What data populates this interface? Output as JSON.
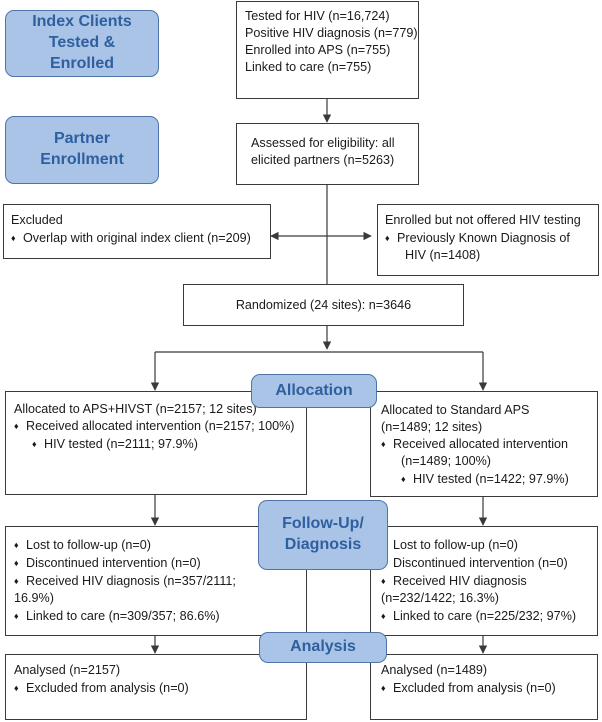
{
  "stages": {
    "index": "Index Clients Tested & Enrolled",
    "partner": "Partner Enrollment",
    "allocation": "Allocation",
    "followup": "Follow-Up/ Diagnosis",
    "analysis": "Analysis"
  },
  "index_box": {
    "l1": "Tested for HIV (n=16,724)",
    "l2": "Positive HIV diagnosis (n=779)",
    "l3": "Enrolled into APS (n=755)",
    "l4": "Linked to care (n=755)"
  },
  "eligibility": {
    "l1": "Assessed for eligibility: all",
    "l2": "elicited partners (n=5263)"
  },
  "excluded": {
    "title": "Excluded",
    "item": "Overlap with original index client (n=209)"
  },
  "not_offered": {
    "title": "Enrolled but not offered HIV testing",
    "item1": "Previously Known Diagnosis of",
    "item2": "HIV (n=1408)"
  },
  "randomized": "Randomized (24 sites): n=3646",
  "alloc_left": {
    "title": "Allocated to APS+HIVST (n=2157; 12 sites)",
    "item": "Received allocated intervention (n=2157; 100%)",
    "sub": "HIV tested (n=2111; 97.9%)"
  },
  "alloc_right": {
    "title1": "Allocated to Standard APS",
    "title2": "(n=1489; 12 sites)",
    "item1": "Received allocated intervention",
    "item2": "(n=1489; 100%)",
    "sub": "HIV tested (n=1422; 97.9%)"
  },
  "follow_left": {
    "i1": "Lost to follow-up (n=0)",
    "i2": "Discontinued intervention (n=0)",
    "i3a": "Received HIV diagnosis (n=357/2111;",
    "i3b": "16.9%)",
    "i4": "Linked to care (n=309/357; 86.6%)"
  },
  "follow_right": {
    "i1": "Lost to follow-up (n=0)",
    "i2": "Discontinued intervention (n=0)",
    "i3a": "Received HIV diagnosis",
    "i3b": "(n=232/1422; 16.3%)",
    "i4": "Linked to care (n=225/232; 97%)"
  },
  "analysis_left": {
    "l1": "Analysed (n=2157)",
    "l2": "Excluded from analysis (n=0)"
  },
  "analysis_right": {
    "l1": "Analysed (n=1489)",
    "l2": "Excluded from analysis (n=0)"
  }
}
